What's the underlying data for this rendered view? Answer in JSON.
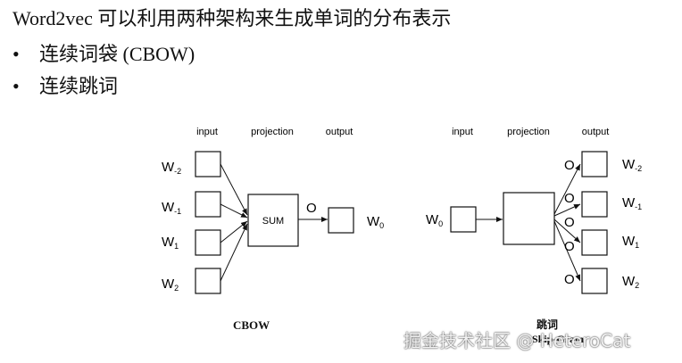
{
  "slide": {
    "title": "Word2vec 可以利用两种架构来生成单词的分布表示",
    "bullets": [
      "连续词袋 (CBOW)",
      "连续跳词"
    ],
    "bullet_glyph": "•"
  },
  "cbow": {
    "headers": {
      "input": "input",
      "projection": "projection",
      "output": "output"
    },
    "inputs": [
      {
        "base": "W",
        "sub": "-2"
      },
      {
        "base": "W",
        "sub": "-1"
      },
      {
        "base": "W",
        "sub": "1"
      },
      {
        "base": "W",
        "sub": "2"
      }
    ],
    "sum_label": "SUM",
    "o_label": "O",
    "output": {
      "base": "W",
      "sub": "0"
    },
    "caption": "CBOW"
  },
  "skipgram": {
    "headers": {
      "input": "input",
      "projection": "projection",
      "output": "output"
    },
    "input": {
      "base": "W",
      "sub": "0"
    },
    "o_labels": [
      "O",
      "O",
      "O",
      "O",
      "O"
    ],
    "outputs": [
      {
        "base": "W",
        "sub": "-2"
      },
      {
        "base": "W",
        "sub": "-1"
      },
      {
        "base": "W",
        "sub": "1"
      },
      {
        "base": "W",
        "sub": "2"
      }
    ],
    "caption_top": "跳词",
    "caption_bottom": "Skip-Gram"
  },
  "watermark": "掘金技术社区 @ HeteroCat"
}
